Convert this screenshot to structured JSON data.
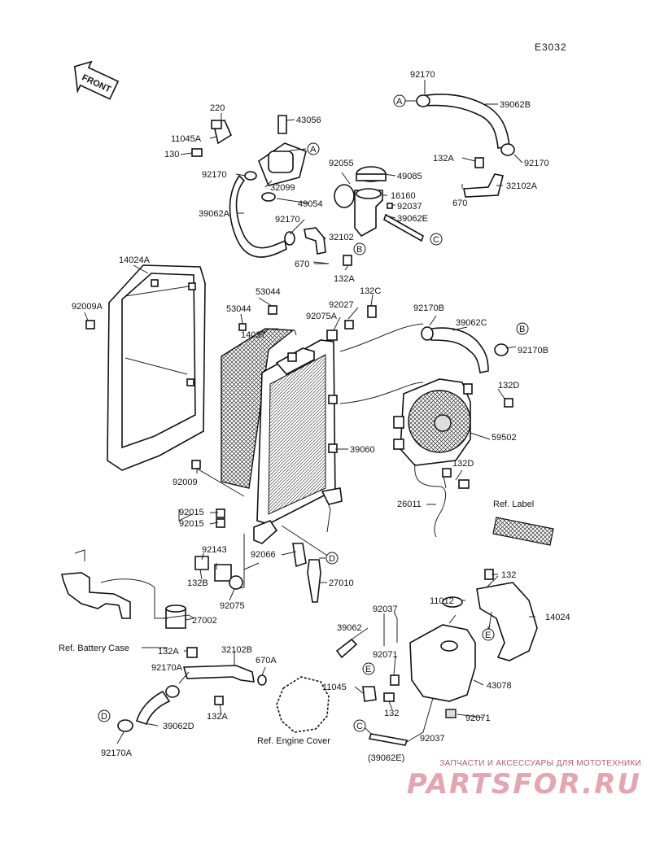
{
  "code": "E3032",
  "front_label": "FRONT",
  "labels": {
    "p220": "220",
    "p11045A": "11045A",
    "p130": "130",
    "p92170_a": "92170",
    "p43056": "43056",
    "p32099": "32099",
    "p49054": "49054",
    "p92055": "92055",
    "p49085": "49085",
    "p16160": "16160",
    "p92037_a": "92037",
    "p39062E": "39062E",
    "p39062A": "39062A",
    "p92170_b": "92170",
    "p32102": "32102",
    "p670_a": "670",
    "p132A_a": "132A",
    "p92170_top": "92170",
    "p39062B": "39062B",
    "p132A_b": "132A",
    "p92170_c": "92170",
    "p670_b": "670",
    "p32102A": "32102A",
    "p14024A": "14024A",
    "p92009A": "92009A",
    "p53044_a": "53044",
    "p53044_b": "53044",
    "p14037": "14037",
    "p92027": "92027",
    "p132C": "132C",
    "p92075A": "92075A",
    "p92170B_a": "92170B",
    "p39062C": "39062C",
    "p92170B_b": "92170B",
    "p132D_a": "132D",
    "p59502": "59502",
    "p39060": "39060",
    "p132D_b": "132D",
    "p92009": "92009",
    "p26011": "26011",
    "p92015_a": "92015",
    "p92015_b": "92015",
    "p92143": "92143",
    "p92066": "92066",
    "p27010": "27010",
    "p132B": "132B",
    "p92075": "92075",
    "p27002": "27002",
    "p132_a": "132",
    "p14024": "14024",
    "p11012": "11012",
    "p92037_b": "92037",
    "p39062": "39062",
    "p92071_a": "92071",
    "p43078": "43078",
    "p11045": "11045",
    "p132_b": "132",
    "p92071_b": "92071",
    "p132A_c": "132A",
    "p32102B": "32102B",
    "p92170A_a": "92170A",
    "p670A": "670A",
    "p132A_d": "132A",
    "p39062D": "39062D",
    "p92170A_b": "92170A",
    "p92037_c": "92037",
    "p39062E_paren": "(39062E)"
  },
  "refs": {
    "ref_label": "Ref. Label",
    "battery_case": "Ref. Battery Case",
    "engine_cover": "Ref. Engine Cover"
  },
  "markers": {
    "A": "A",
    "B": "B",
    "C": "C",
    "D": "D",
    "E": "E"
  },
  "watermark": {
    "tagline": "ЗАПЧАСТИ И АКСЕССУАРЫ ДЛЯ МОТОТЕХНИКИ",
    "logo": "PARTSFOR.RU"
  }
}
